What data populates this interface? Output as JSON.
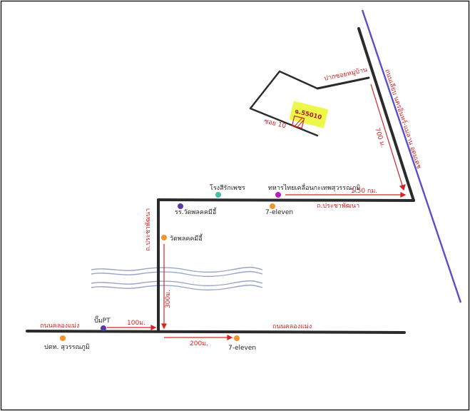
{
  "map": {
    "plot_label": "ฉ.55010",
    "labels": {
      "canal_road": "ถนนคลองแม่ง",
      "canal_road_right": "ถนนคลองแม่ง",
      "secondary_road": "ถ.ประชาพัฒนา",
      "side_road_vertical": "ถ.ประชาพัฒนา",
      "highway": "ถนนเลียบ นครอินทร์-แม่ลาน อุดมเดช",
      "village_gate": "ปากซอยหมู่บ้าน",
      "soi": "ซอย 10",
      "school": "รร.วัดพลคคมีอี้",
      "temple": "วัดพลคคมีอี้",
      "clinic": "โรงสีรักเพชร",
      "bank": "ทหารไทยเคลื่อนกะเทพสุวรรณภูมิ",
      "seven_eleven_top": "7-eleven",
      "seven_eleven_bottom": "7-eleven",
      "gas_station": "ปั๊มPT",
      "police": "ปตท. สุวรรณภูมิ"
    },
    "distances": {
      "d_1_50km": "1.50 กม.",
      "d_700m": "700 ม.",
      "d_100m": "100ม.",
      "d_300m": "300ม.",
      "d_200m": "200ม."
    },
    "colors": {
      "road": "#2b2b2b",
      "highway": "#5a4fc8",
      "annotation": "#d42424",
      "water": "#9aa6c8",
      "plot_highlight": "#eef84a",
      "marker_orange": "#f2952c",
      "marker_purple": "#5b3aa8",
      "marker_magenta": "#b81ec0",
      "marker_teal": "#3fc0a8"
    }
  }
}
